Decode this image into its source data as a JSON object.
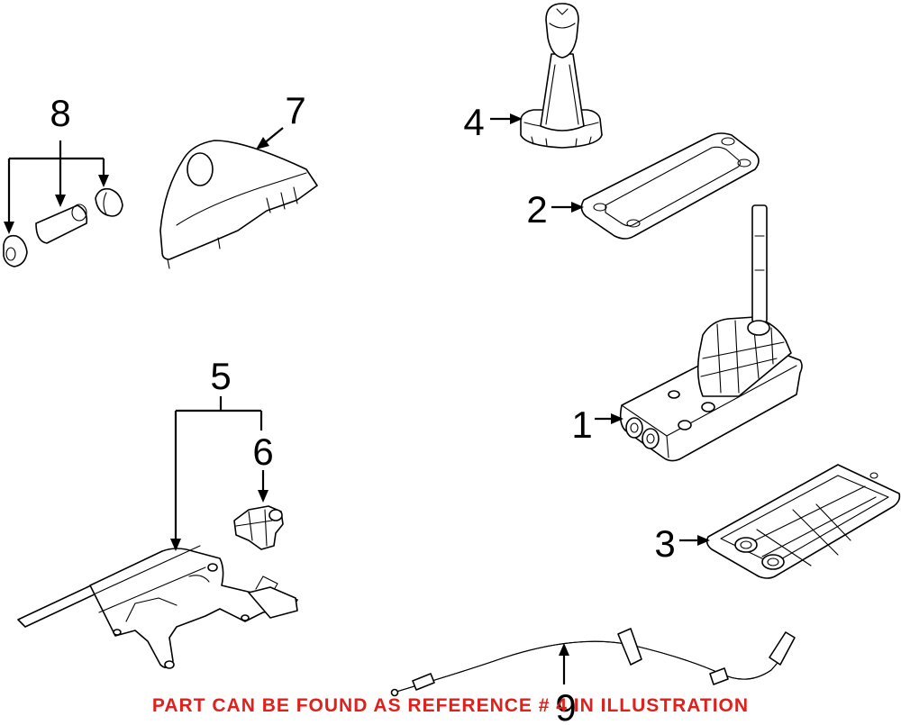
{
  "callouts": {
    "c1": "1",
    "c2": "2",
    "c3": "3",
    "c4": "4",
    "c5": "5",
    "c6": "6",
    "c7": "7",
    "c8": "8",
    "c9": "9"
  },
  "footer_note": "PART CAN BE FOUND AS REFERENCE # 4 IN ILLUSTRATION",
  "colors": {
    "line": "#000000",
    "note": "#e0201c",
    "background": "#ffffff"
  }
}
